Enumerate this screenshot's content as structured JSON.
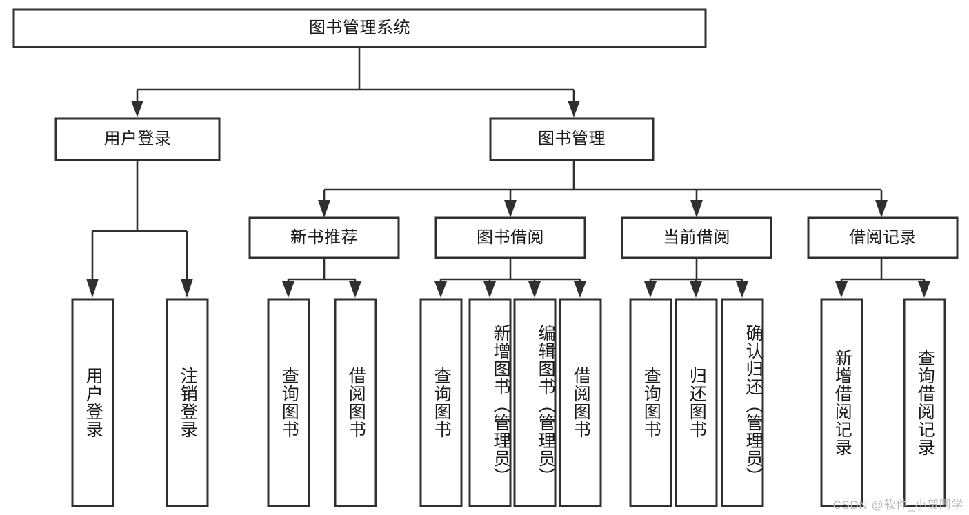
{
  "diagram": {
    "title": "图书管理系统",
    "type": "tree-hierarchy",
    "colors": {
      "stroke": "#2f2f2f",
      "fill": "#ffffff",
      "text": "#1a1a1a",
      "watermark": "#b9b9b9"
    },
    "nodes": {
      "root": {
        "label": "图书管理系统",
        "orientation": "horizontal"
      },
      "level2": [
        {
          "id": "user-login",
          "label": "用户登录",
          "orientation": "horizontal"
        },
        {
          "id": "book-management",
          "label": "图书管理",
          "orientation": "horizontal"
        }
      ],
      "level3": [
        {
          "id": "new-book-recommend",
          "label": "新书推荐",
          "orientation": "horizontal"
        },
        {
          "id": "book-borrow",
          "label": "图书借阅",
          "orientation": "horizontal"
        },
        {
          "id": "current-borrow",
          "label": "当前借阅",
          "orientation": "horizontal"
        },
        {
          "id": "borrow-record",
          "label": "借阅记录",
          "orientation": "horizontal"
        }
      ],
      "leaves": [
        {
          "id": "leaf-user-login",
          "label": "用户登录",
          "parent": "user-login",
          "orientation": "vertical"
        },
        {
          "id": "leaf-logout-login",
          "label": "注销登录",
          "parent": "user-login",
          "orientation": "vertical"
        },
        {
          "id": "leaf-query-book-1",
          "label": "查询图书",
          "parent": "new-book-recommend",
          "orientation": "vertical"
        },
        {
          "id": "leaf-borrow-book-1",
          "label": "借阅图书",
          "parent": "new-book-recommend",
          "orientation": "vertical"
        },
        {
          "id": "leaf-query-book-2",
          "label": "查询图书",
          "parent": "book-borrow",
          "orientation": "vertical"
        },
        {
          "id": "leaf-add-book",
          "label": "新增图书（管理员）",
          "parent": "book-borrow",
          "orientation": "vertical"
        },
        {
          "id": "leaf-edit-book",
          "label": "编辑图书（管理员）",
          "parent": "book-borrow",
          "orientation": "vertical"
        },
        {
          "id": "leaf-borrow-book-2",
          "label": "借阅图书",
          "parent": "book-borrow",
          "orientation": "vertical"
        },
        {
          "id": "leaf-query-book-3",
          "label": "查询图书",
          "parent": "current-borrow",
          "orientation": "vertical"
        },
        {
          "id": "leaf-return-book",
          "label": "归还图书",
          "parent": "current-borrow",
          "orientation": "vertical"
        },
        {
          "id": "leaf-confirm-return",
          "label": "确认归还（管理员）",
          "parent": "current-borrow",
          "orientation": "vertical"
        },
        {
          "id": "leaf-add-record",
          "label": "新增借阅记录",
          "parent": "borrow-record",
          "orientation": "vertical"
        },
        {
          "id": "leaf-query-record",
          "label": "查询借阅记录",
          "parent": "borrow-record",
          "orientation": "vertical"
        }
      ]
    },
    "watermark": "CSDN @软件_小贺同学"
  }
}
